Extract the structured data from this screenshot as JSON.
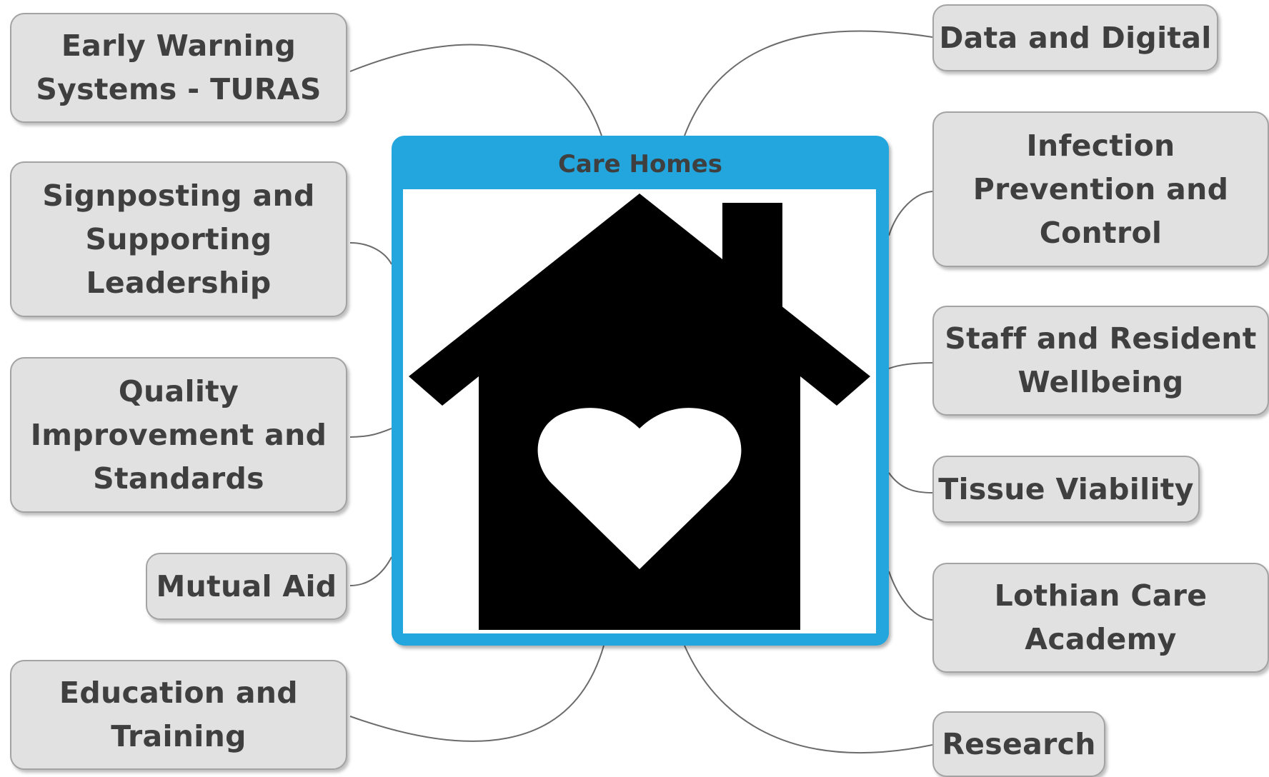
{
  "central": {
    "title": "Care Homes",
    "icon": "house-with-heart-icon",
    "header_color": "#22a6dd"
  },
  "topics": {
    "early_warning": {
      "lines": [
        "Early Warning",
        "Systems - TURAS"
      ]
    },
    "signposting": {
      "lines": [
        "Signposting and",
        "Supporting",
        "Leadership"
      ]
    },
    "quality": {
      "lines": [
        "Quality",
        "Improvement and",
        "Standards"
      ]
    },
    "mutual_aid": {
      "lines": [
        "Mutual Aid"
      ]
    },
    "education": {
      "lines": [
        "Education and",
        "Training"
      ]
    },
    "data_digital": {
      "lines": [
        "Data and Digital"
      ]
    },
    "infection": {
      "lines": [
        "Infection",
        "Prevention and",
        "Control"
      ]
    },
    "wellbeing": {
      "lines": [
        "Staff and Resident",
        "Wellbeing"
      ]
    },
    "tissue": {
      "lines": [
        "Tissue Viability"
      ]
    },
    "academy": {
      "lines": [
        "Lothian Care",
        "Academy"
      ]
    },
    "research": {
      "lines": [
        "Research"
      ]
    }
  },
  "colors": {
    "topic_fill": "#e1e1e1",
    "topic_border": "#a3a3a3",
    "text": "#3f3f3f",
    "connector": "#6b6b6b"
  }
}
